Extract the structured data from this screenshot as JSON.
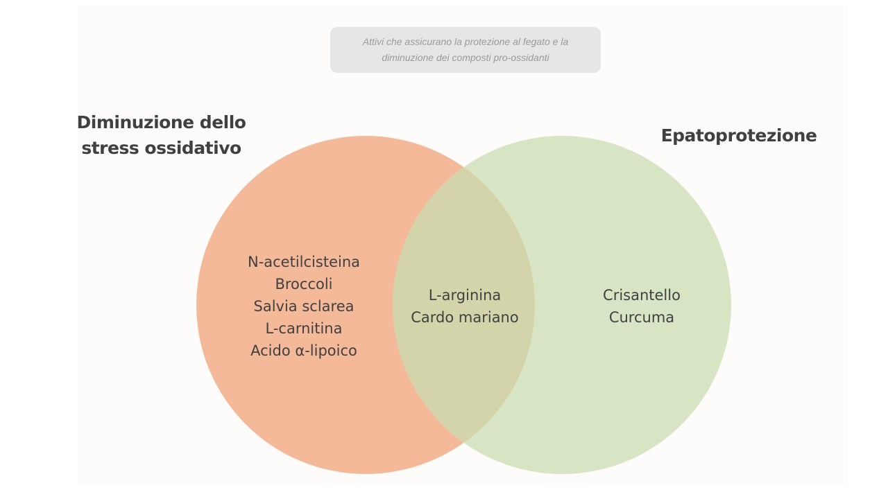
{
  "note": {
    "line1": "Attivi che assicurano la protezione al fegato e la",
    "line2": "diminuzione dei composti pro-ossidanti"
  },
  "left_set": {
    "title_line1": "Diminuzione dello",
    "title_line2": "stress ossidativo",
    "items": [
      "N-acetilcisteina",
      "Broccoli",
      "Salvia sclarea",
      "L-carnitina",
      "Acido α-lipoico"
    ],
    "color": "#f4b999"
  },
  "right_set": {
    "title": "Epatoprotezione",
    "items": [
      "Crisantello",
      "Curcuma"
    ],
    "color": "#d8e5c4"
  },
  "intersection": {
    "items": [
      "L-arginina",
      "Cardo mariano"
    ],
    "color": "#d4d4aa"
  }
}
